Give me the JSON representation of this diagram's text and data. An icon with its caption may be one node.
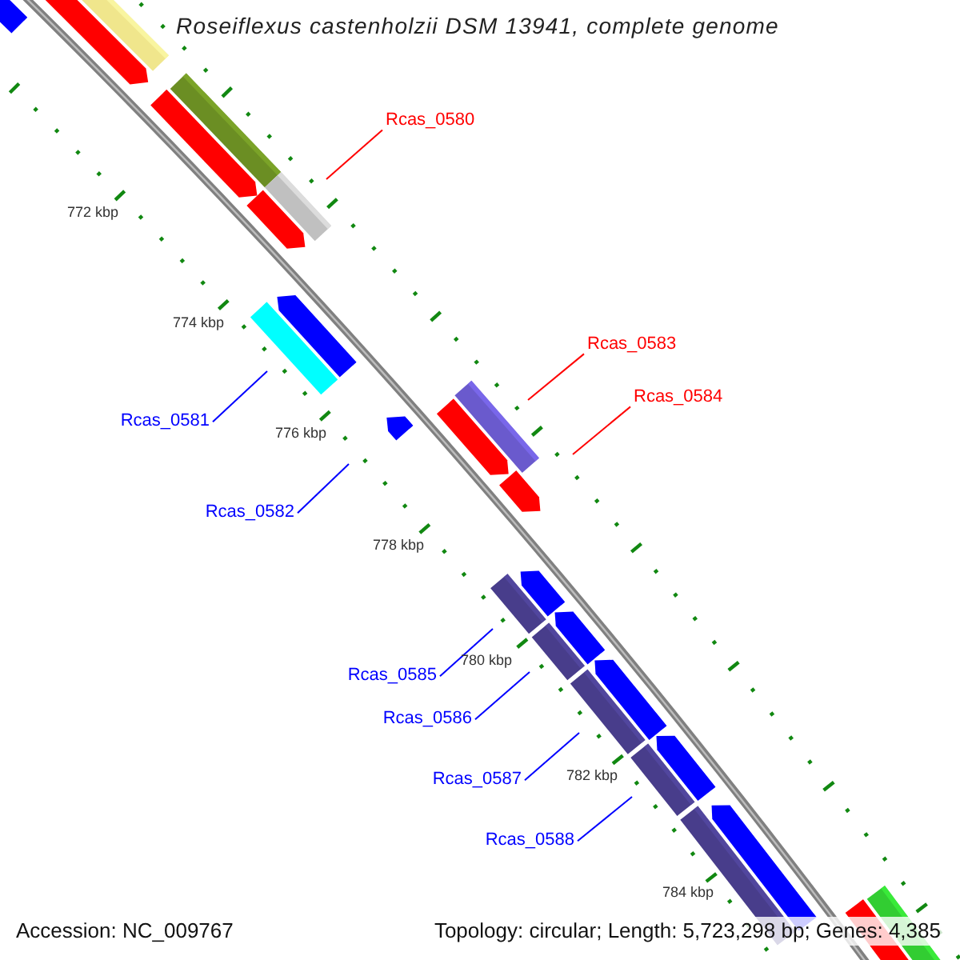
{
  "diagram": {
    "title": "Roseiflexus castenholzii DSM 13941, complete genome",
    "nodes": [
      {
        "text": [
          "Rcas_0580"
        ]
      },
      {
        "text": [
          "Rcas_0583"
        ]
      },
      {
        "text": [
          "Rcas_0584"
        ]
      },
      {
        "text": [
          "Rcas_0581"
        ]
      },
      {
        "text": [
          "Rcas_0582"
        ]
      },
      {
        "text": [
          "Rcas_0585"
        ]
      },
      {
        "text": [
          "Rcas_0586"
        ]
      },
      {
        "text": [
          "Rcas_0587"
        ]
      },
      {
        "text": [
          "Rcas_0588"
        ]
      }
    ],
    "edges": [
      {
        "from": 0,
        "to": null,
        "arrow": "none",
        "color": "#ff0000"
      },
      {
        "from": 1,
        "to": null,
        "arrow": "none",
        "color": "#ff0000"
      },
      {
        "from": 2,
        "to": null,
        "arrow": "none",
        "color": "#ff0000"
      },
      {
        "from": 3,
        "to": null,
        "arrow": "none"
      },
      {
        "from": 4,
        "to": null,
        "arrow": "none"
      },
      {
        "from": 5,
        "to": null,
        "arrow": "none"
      },
      {
        "from": 6,
        "to": null,
        "arrow": "none"
      },
      {
        "from": 7,
        "to": null,
        "arrow": "none"
      },
      {
        "from": 8,
        "to": null,
        "arrow": "none"
      }
    ],
    "labels": [
      "772 kbp",
      "774 kbp",
      "776 kbp",
      "778 kbp",
      "780 kbp",
      "782 kbp",
      "784 kbp",
      "Accession: NC_009767",
      "Topology: circular; Length: 5,723,298 bp; Genes: 4,385"
    ]
  }
}
